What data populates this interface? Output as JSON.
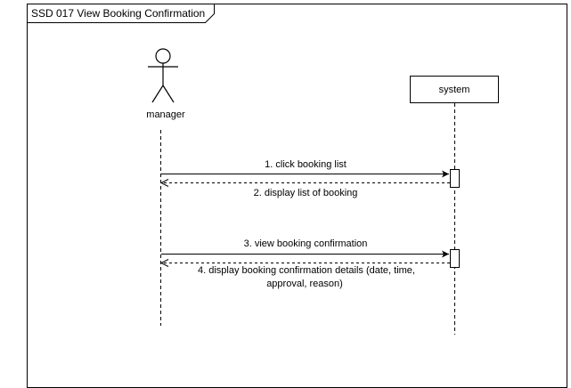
{
  "frame": {
    "title": "SSD 017 View Booking Confirmation"
  },
  "actors": {
    "manager": {
      "label": "manager"
    },
    "system": {
      "label": "system"
    }
  },
  "messages": [
    {
      "number": 1,
      "label": "1. click booking list",
      "from": "manager",
      "to": "system",
      "kind": "call"
    },
    {
      "number": 2,
      "label": "2. display list of booking",
      "from": "system",
      "to": "manager",
      "kind": "return"
    },
    {
      "number": 3,
      "label": "3. view booking confirmation",
      "from": "manager",
      "to": "system",
      "kind": "call"
    },
    {
      "number": 4,
      "label_lines": [
        "4. display booking confirmation details (date, time,",
        "approval, reason)"
      ],
      "from": "system",
      "to": "manager",
      "kind": "return"
    }
  ],
  "colors": {
    "line": "#000000",
    "background": "#ffffff"
  }
}
